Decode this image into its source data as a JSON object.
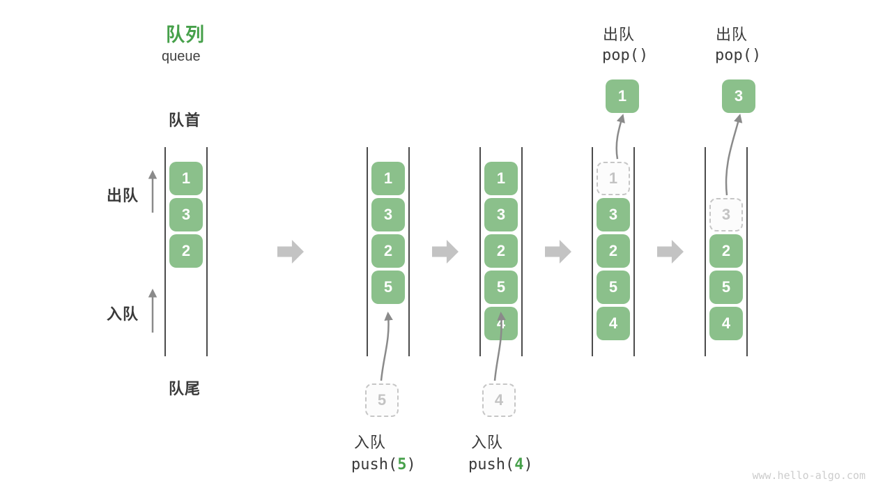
{
  "header": {
    "title_zh": "队列",
    "title_en": "queue"
  },
  "labels": {
    "front": "队首",
    "rear": "队尾",
    "dequeue": "出队",
    "enqueue": "入队"
  },
  "colors": {
    "block_green": "#8BC08B",
    "accent_green": "#46A04A",
    "dark_text": "#3a3a3a",
    "rail_gray": "#4b4b4b",
    "small_arrow_gray": "#8a8a8a",
    "flow_arrow_gray": "#c3c3c3",
    "ghost_gray": "#c6c6c6"
  },
  "states": [
    {
      "slots": [
        {
          "value": "1"
        },
        {
          "value": "3"
        },
        {
          "value": "2"
        }
      ]
    },
    {
      "slots": [
        {
          "value": "1"
        },
        {
          "value": "3"
        },
        {
          "value": "2"
        },
        {
          "value": "5"
        }
      ]
    },
    {
      "slots": [
        {
          "value": "1"
        },
        {
          "value": "3"
        },
        {
          "value": "2"
        },
        {
          "value": "5"
        },
        {
          "value": "4"
        }
      ]
    },
    {
      "slots": [
        {
          "value": "1",
          "ghost": true
        },
        {
          "value": "3"
        },
        {
          "value": "2"
        },
        {
          "value": "5"
        },
        {
          "value": "4"
        }
      ]
    },
    {
      "slots": [
        {
          "value": "3",
          "ghost": true
        },
        {
          "value": "2"
        },
        {
          "value": "5"
        },
        {
          "value": "4"
        }
      ]
    }
  ],
  "operations": {
    "push1": {
      "label": "入队",
      "code_open": "push(",
      "value": "5",
      "code_close": ")"
    },
    "push2": {
      "label": "入队",
      "code_open": "push(",
      "value": "4",
      "code_close": ")"
    },
    "pop1": {
      "label": "出队",
      "code": "pop()",
      "value": "1"
    },
    "pop2": {
      "label": "出队",
      "code": "pop()",
      "value": "3"
    }
  },
  "watermark": "www.hello-algo.com"
}
